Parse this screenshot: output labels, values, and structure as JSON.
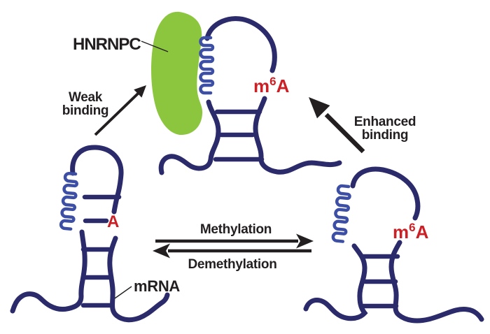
{
  "colors": {
    "background": "#FFFFFF",
    "rna_strand": "#2B2A6A",
    "u_tract": "#3D4FA4",
    "protein_fill": "#8CC63E",
    "modification_red": "#CB2026",
    "text_black": "#231F20"
  },
  "protein": {
    "label": "HNRNPC"
  },
  "annotations": {
    "weak_binding": {
      "line1": "Weak",
      "line2": "binding"
    },
    "enhanced_binding": {
      "line1": "Enhanced",
      "line2": "binding"
    },
    "forward_reaction": "Methylation",
    "reverse_reaction": "Demethylation",
    "mrna_label": "mRNA"
  },
  "nucleotides": {
    "methylated": {
      "pre": "m",
      "sup": "6",
      "post": "A"
    },
    "unmethylated": "A"
  }
}
